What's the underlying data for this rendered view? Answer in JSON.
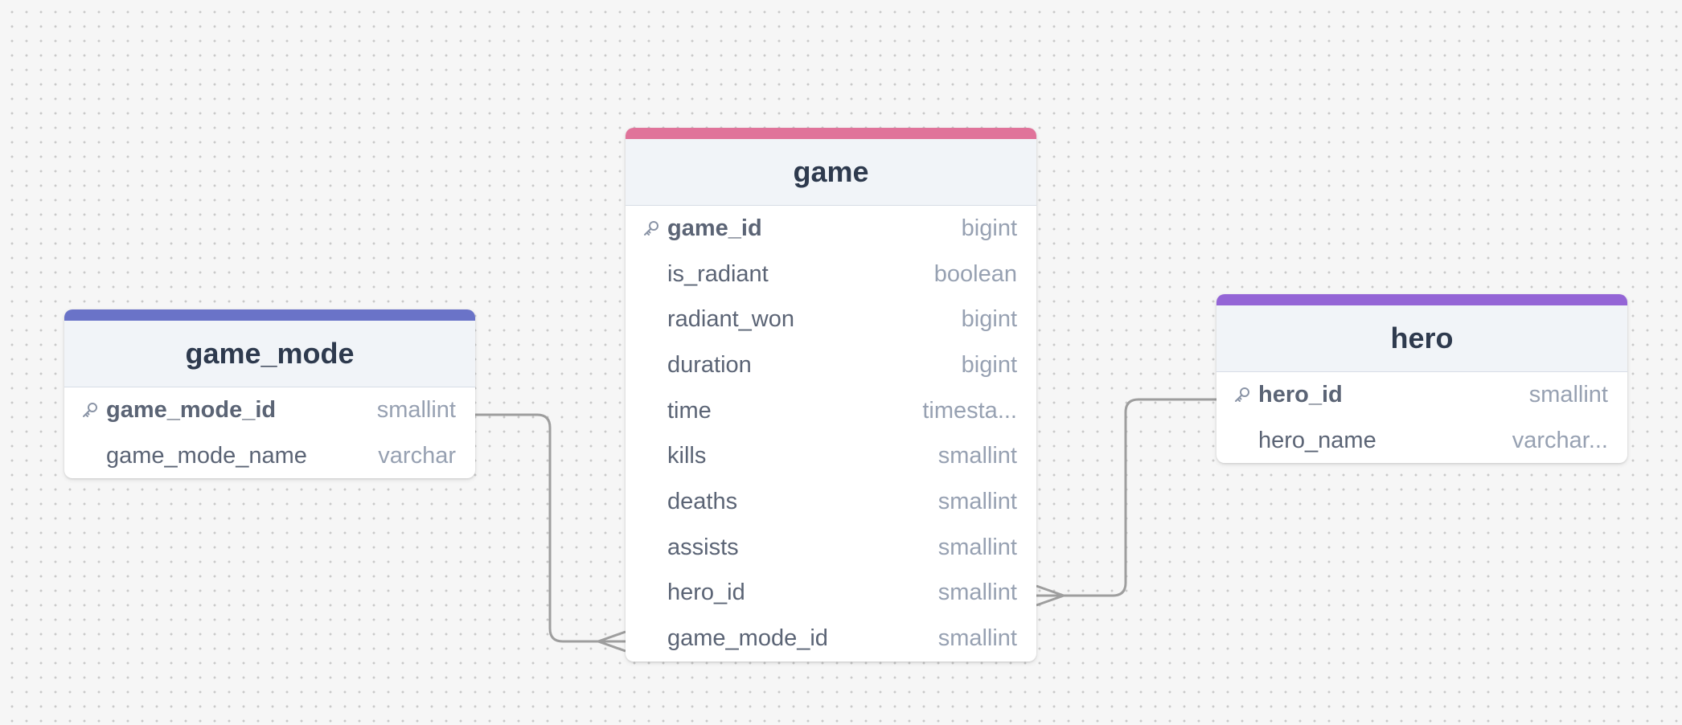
{
  "diagram": {
    "colors": {
      "game_mode_accent": "#6a73c8",
      "game_accent": "#e0739a",
      "hero_accent": "#9465d6",
      "edge": "#9e9e9e",
      "background": "#f6f6f6"
    },
    "tables": {
      "game_mode": {
        "title": "game_mode",
        "columns": [
          {
            "name": "game_mode_id",
            "type": "smallint",
            "pk": true
          },
          {
            "name": "game_mode_name",
            "type": "varchar",
            "pk": false
          }
        ]
      },
      "game": {
        "title": "game",
        "columns": [
          {
            "name": "game_id",
            "type": "bigint",
            "pk": true
          },
          {
            "name": "is_radiant",
            "type": "boolean",
            "pk": false
          },
          {
            "name": "radiant_won",
            "type": "bigint",
            "pk": false
          },
          {
            "name": "duration",
            "type": "bigint",
            "pk": false
          },
          {
            "name": "time",
            "type": "timesta...",
            "pk": false
          },
          {
            "name": "kills",
            "type": "smallint",
            "pk": false
          },
          {
            "name": "deaths",
            "type": "smallint",
            "pk": false
          },
          {
            "name": "assists",
            "type": "smallint",
            "pk": false
          },
          {
            "name": "hero_id",
            "type": "smallint",
            "pk": false
          },
          {
            "name": "game_mode_id",
            "type": "smallint",
            "pk": false
          }
        ]
      },
      "hero": {
        "title": "hero",
        "columns": [
          {
            "name": "hero_id",
            "type": "smallint",
            "pk": true
          },
          {
            "name": "hero_name",
            "type": "varchar...",
            "pk": false
          }
        ]
      }
    },
    "relationships": [
      {
        "from": "game_mode.game_mode_id",
        "to": "game.game_mode_id",
        "cardinality": "one-to-many"
      },
      {
        "from": "hero.hero_id",
        "to": "game.hero_id",
        "cardinality": "one-to-many"
      }
    ]
  }
}
